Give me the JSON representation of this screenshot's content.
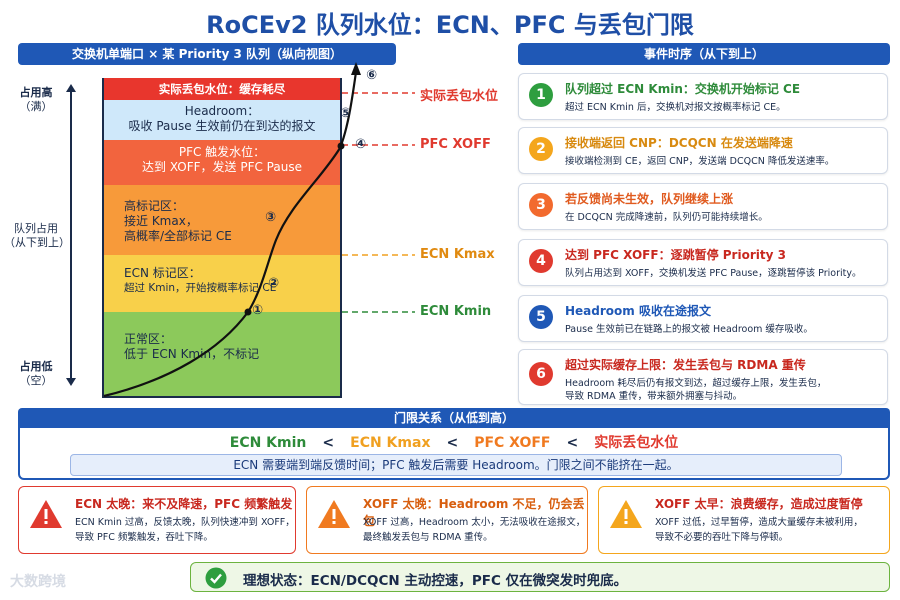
{
  "title": "RoCEv2 队列水位：ECN、PFC 与丢包门限",
  "left_header": "交换机单端口 × 某 Priority 3 队列（纵向视图）",
  "right_header": "事件时序（从下到上）",
  "axis": {
    "top_label_1": "占用高",
    "top_label_2": "（满）",
    "mid_label_1": "队列占用",
    "mid_label_2": "（从下到上）",
    "bottom_label_1": "占用低",
    "bottom_label_2": "（空）"
  },
  "zones": {
    "drop": "实际丢包水位：缓存耗尽",
    "headroom_title": "Headroom：",
    "headroom_desc": "吸收 Pause 生效前仍在到达的报文",
    "pfc_title": "PFC 触发水位：",
    "pfc_desc": "达到 XOFF，发送 PFC Pause",
    "high_title": "高标记区：",
    "high_desc1": "接近 Kmax，",
    "high_desc2": "高概率/全部标记 CE",
    "ecn_title": "ECN 标记区：",
    "ecn_desc": "超过 Kmin，开始按概率标记 CE",
    "normal_title": "正常区：",
    "normal_desc": "低于 ECN Kmin，不标记"
  },
  "markers": [
    "①",
    "②",
    "③",
    "④",
    "⑤",
    "⑥"
  ],
  "thresholds": {
    "drop": "实际丢包水位",
    "xoff": "PFC XOFF",
    "kmax": "ECN Kmax",
    "kmin": "ECN Kmin"
  },
  "events": [
    {
      "num": "1",
      "color": "#2e9e3f",
      "title": "队列超过 ECN Kmin：交换机开始标记 CE",
      "desc1": "超过 ECN Kmin 后，交换机对报文按概率标记 CE。",
      "desc2": ""
    },
    {
      "num": "2",
      "color": "#f4a61d",
      "title": "接收端返回 CNP：DCQCN 在发送端降速",
      "desc1": "接收端检测到 CE，返回 CNP，发送端 DCQCN 降低发送速率。",
      "desc2": ""
    },
    {
      "num": "3",
      "color": "#f26a2e",
      "title": "若反馈尚未生效，队列继续上涨",
      "desc1": "在 DCQCN 完成降速前，队列仍可能持续增长。",
      "desc2": ""
    },
    {
      "num": "4",
      "color": "#e03a2f",
      "title": "达到 PFC XOFF：逐跳暂停 Priority 3",
      "desc1": "队列占用达到 XOFF，交换机发送 PFC Pause，逐跳暂停该 Priority。",
      "desc2": ""
    },
    {
      "num": "5",
      "color": "#1f58b6",
      "title": "Headroom 吸收在途报文",
      "desc1": "Pause 生效前已在链路上的报文被 Headroom 缓存吸收。",
      "desc2": ""
    },
    {
      "num": "6",
      "color": "#e03a2f",
      "title": "超过实际缓存上限：发生丢包与 RDMA 重传",
      "desc1": "Headroom 耗尽后仍有报文到达，超过缓存上限，发生丢包，",
      "desc2": "导致 RDMA 重传，带来额外拥塞与抖动。"
    }
  ],
  "relation": {
    "header": "门限关系（从低到高）",
    "items": [
      "ECN Kmin",
      "ECN Kmax",
      "PFC XOFF",
      "实际丢包水位"
    ],
    "item_colors": [
      "#2e8b3a",
      "#f0a020",
      "#f07a20",
      "#e03a2f"
    ],
    "lt": "<",
    "note": "ECN 需要端到端反馈时间；PFC 触发后需要 Headroom。门限之间不能挤在一起。"
  },
  "warnings": [
    {
      "title": "ECN 太晚：来不及降速，PFC 频繁触发",
      "desc1": "ECN Kmin 过高，反馈太晚，队列快速冲到 XOFF，",
      "desc2": "导致 PFC 频繁触发，吞吐下降。",
      "color": "#e03a2f",
      "title_color": "#c8281f"
    },
    {
      "title": "XOFF 太晚：Headroom 不足，仍会丢包",
      "desc1": "XOFF 过高，Headroom 太小，无法吸收在途报文，",
      "desc2": "最终触发丢包与 RDMA 重传。",
      "color": "#f07a20",
      "title_color": "#d85f10"
    },
    {
      "title": "XOFF 太早：浪费缓存，造成过度暂停",
      "desc1": "XOFF 过低，过早暂停，造成大量缓存未被利用，",
      "desc2": "导致不必要的吞吐下降与停顿。",
      "color": "#f4a61d",
      "title_color": "#c8281f"
    }
  ],
  "ideal": "理想状态：ECN/DCQCN 主动控速，PFC 仅在微突发时兜底。",
  "watermark": "大数跨境"
}
